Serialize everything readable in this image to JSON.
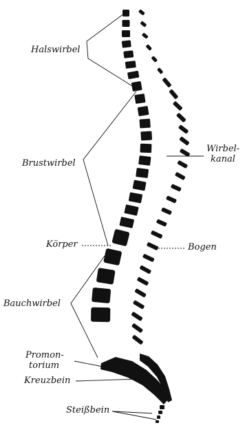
{
  "labels": {
    "halswirbel": "Halswirbel",
    "brustwirbel": "Brustwirbel",
    "wirbelkanal_1": "Wirbel-",
    "wirbelkanal_2": "kanal",
    "koerper": "Körper",
    "bogen": "Bogen",
    "bauchwirbel": "Bauchwirbel",
    "promontorium_1": "Promon-",
    "promontorium_2": "torium",
    "kreuzbein": "Kreuzbein",
    "steissbein": "Steißbein"
  },
  "colors": {
    "ink": "#111111",
    "background": "#ffffff"
  }
}
